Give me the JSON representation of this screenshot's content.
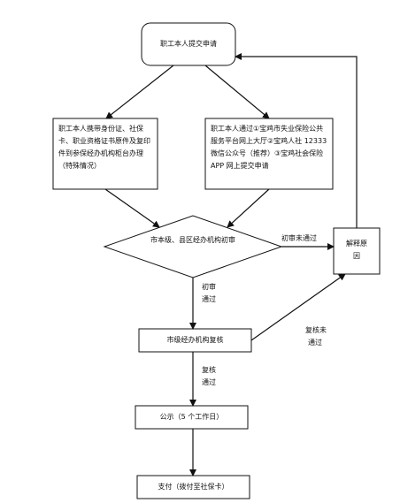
{
  "nodes": {
    "submit": "职工本人提交申请",
    "offline": "职工本人携带身份证、社保卡、职业资格证书原件及复印件到参保经办机构柜台办理（特殊情况）",
    "online": "职工本人通过①宝鸡市失业保险公共服务平台网上大厅②宝鸡人社 12333 微信公众号（推荐）③宝鸡社会保险 APP 网上提交申请",
    "initial_review": "市本级、县区经办机构初审",
    "explain": "解释原因",
    "re_review": "市级经办机构复核",
    "publicity": "公示（5 个工作日）",
    "payment": "支付（拨付至社保卡）"
  },
  "edges": {
    "initial_fail": "初审未通过",
    "initial_pass_1": "初审",
    "initial_pass_2": "通过",
    "review_fail_1": "复核未",
    "review_fail_2": "通过",
    "review_pass_1": "复核",
    "review_pass_2": "通过"
  },
  "colors": {
    "line": "#111111",
    "fill": "#ffffff"
  }
}
